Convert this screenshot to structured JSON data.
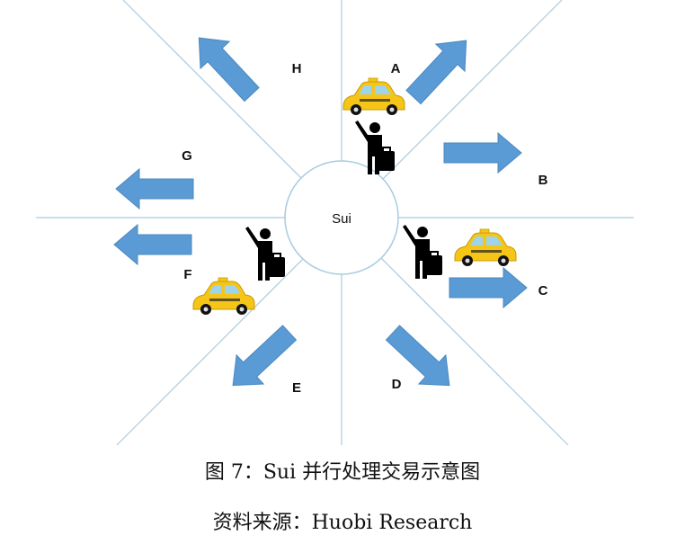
{
  "center_label": "Sui",
  "directions": [
    "A",
    "B",
    "C",
    "D",
    "E",
    "F",
    "G",
    "H"
  ],
  "caption": "图 7：Sui 并行处理交易示意图",
  "source": "资料来源：Huobi Research",
  "colors": {
    "arrow": "#5b9bd5",
    "line": "#a9cbe0",
    "taxi": "#f5c518"
  }
}
